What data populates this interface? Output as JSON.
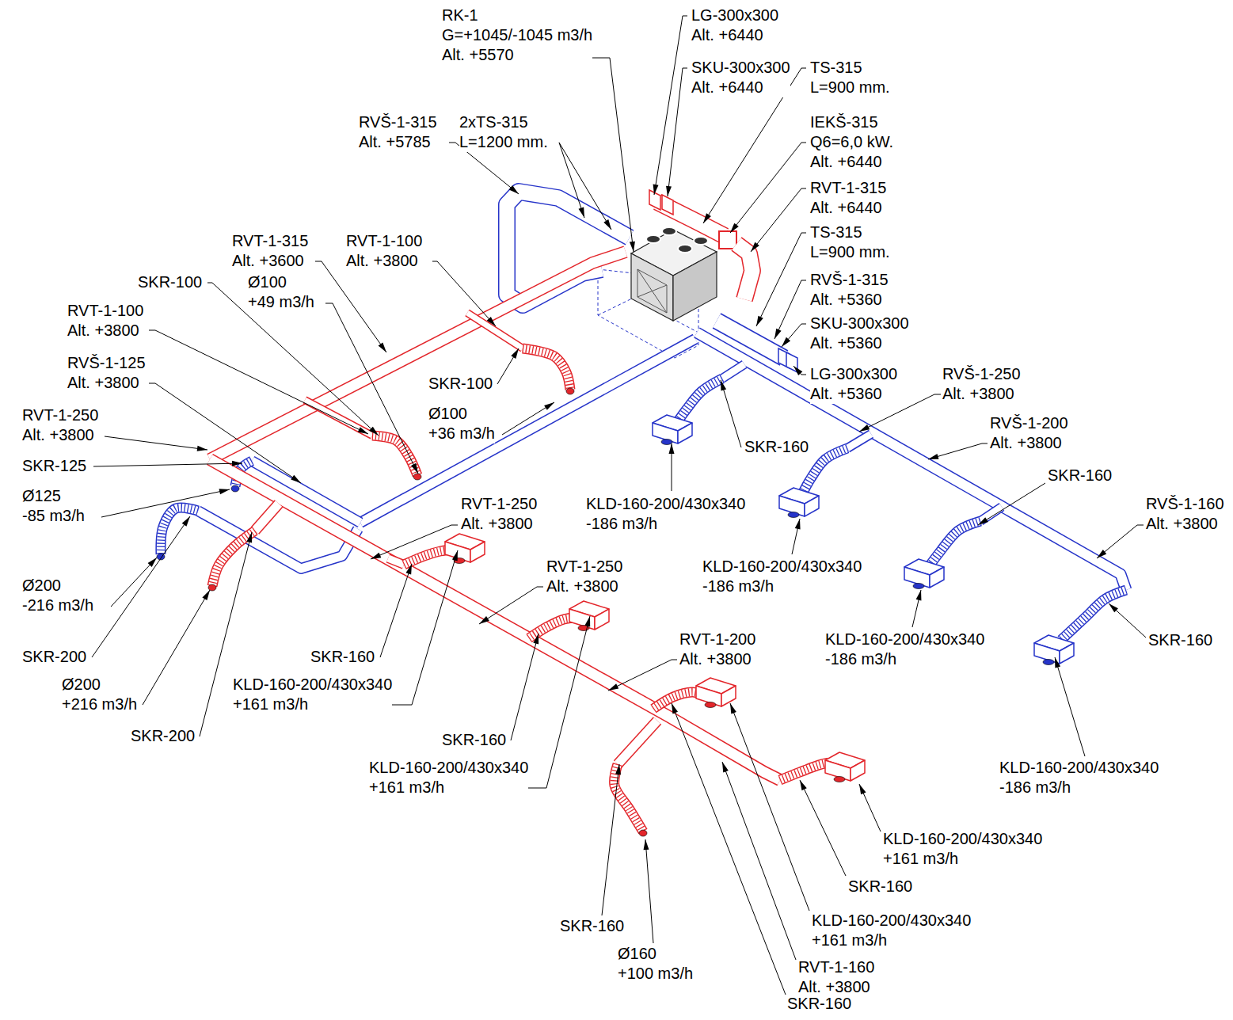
{
  "diagram": {
    "labels": [
      "RK-1 G=+1045/-1045 m3/h Alt. +5570",
      "LG-300x300 Alt. +6440",
      "SKU-300x300 Alt. +6440",
      "TS-315 L=900 mm.",
      "IEKŠ-315 Q6=6,0 kW. Alt. +6440",
      "RVT-1-315 Alt. +6440",
      "TS-315 L=900 mm.",
      "RVŠ-1-315 Alt. +5360",
      "SKU-300x300 Alt. +5360",
      "LG-300x300 Alt. +5360",
      "RVŠ-1-315 Alt. +5785",
      "2xTS-315 L=1200 mm.",
      "RVT-1-315 Alt. +3600",
      "RVT-1-100 Alt. +3800",
      "SKR-100",
      "Ø100 +49 m3/h",
      "RVT-1-100 Alt. +3800",
      "RVŠ-1-125 Alt. +3800",
      "RVT-1-250 Alt. +3800",
      "SKR-125",
      "Ø125 -85 m3/h",
      "Ø200 -216 m3/h",
      "SKR-200",
      "Ø200 +216 m3/h",
      "SKR-200",
      "SKR-100",
      "Ø100 +36 m3/h",
      "RVT-1-250 Alt. +3800",
      "RVT-1-250 Alt. +3800",
      "SKR-160",
      "KLD-160-200/430x340 +161 m3/h",
      "SKR-160",
      "KLD-160-200/430x340 +161 m3/h",
      "RVT-1-200 Alt. +3800",
      "SKR-160",
      "KLD-160-200/430x340 -186 m3/h",
      "KLD-160-200/430x340 -186 m3/h",
      "RVŠ-1-250 Alt. +3800",
      "RVŠ-1-200 Alt. +3800",
      "SKR-160",
      "RVŠ-1-160 Alt. +3800",
      "KLD-160-200/430x340 -186 m3/h",
      "SKR-160",
      "KLD-160-200/430x340 -186 m3/h",
      "KLD-160-200/430x340 +161 m3/h",
      "SKR-160",
      "KLD-160-200/430x340 +161 m3/h",
      "SKR-160",
      "Ø160 +100 m3/h",
      "RVT-1-160 Alt. +3800",
      "SKR-160"
    ]
  }
}
